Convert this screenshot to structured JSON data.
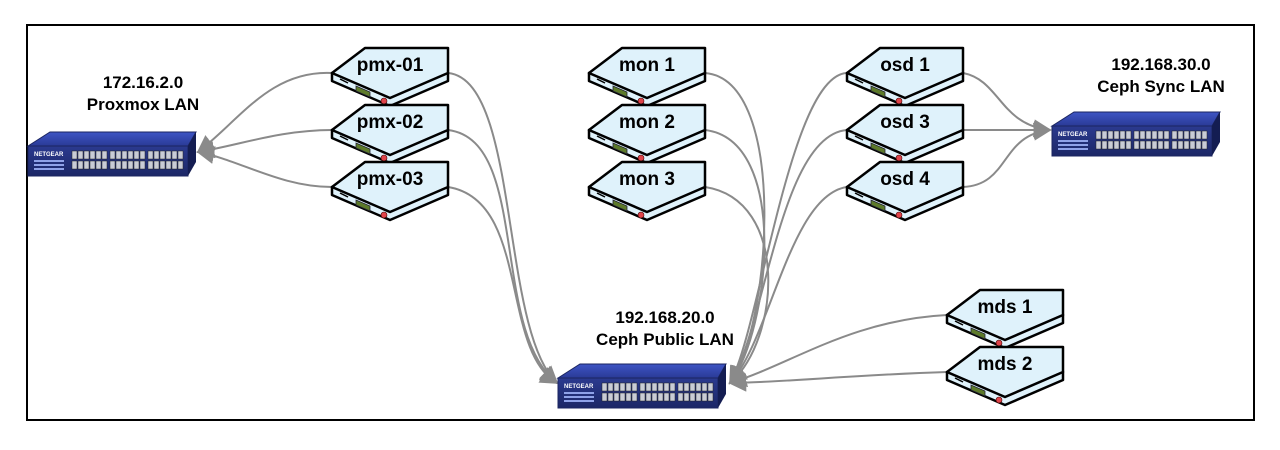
{
  "networks": [
    {
      "id": "proxmox",
      "ip": "172.16.2.0",
      "name": "Proxmox LAN"
    },
    {
      "id": "public",
      "ip": "192.168.20.0",
      "name": "Ceph Public LAN"
    },
    {
      "id": "sync",
      "ip": "192.168.30.0",
      "name": "Ceph Sync LAN"
    }
  ],
  "nodes": [
    {
      "id": "pmx-01",
      "label": "pmx-01"
    },
    {
      "id": "pmx-02",
      "label": "pmx-02"
    },
    {
      "id": "pmx-03",
      "label": "pmx-03"
    },
    {
      "id": "mon-1",
      "label": "mon 1"
    },
    {
      "id": "mon-2",
      "label": "mon 2"
    },
    {
      "id": "mon-3",
      "label": "mon 3"
    },
    {
      "id": "osd-1",
      "label": "osd 1"
    },
    {
      "id": "osd-3",
      "label": "osd 3"
    },
    {
      "id": "osd-4",
      "label": "osd 4"
    },
    {
      "id": "mds-1",
      "label": "mds 1"
    },
    {
      "id": "mds-2",
      "label": "mds 2"
    }
  ],
  "switch_brand": "NETGEAR",
  "colors": {
    "node_fill": "#dff2fb",
    "node_stroke": "#000000",
    "switch_blue": "#2c3f9c",
    "link": "#8a8a8a",
    "led": "#e0444a",
    "port": "#5d7a2a"
  }
}
